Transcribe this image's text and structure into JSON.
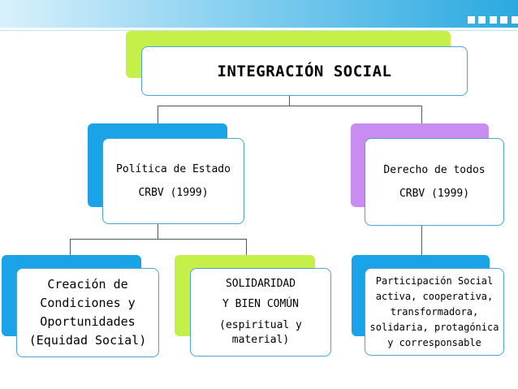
{
  "colors": {
    "lime": "#c5f04a",
    "blue": "#1aa3e6",
    "purple": "#c98cf0",
    "box_border": "#4aa3d8",
    "connector": "#4a5a6a"
  },
  "diagram": {
    "root": {
      "title": "INTEGRACIÓN SOCIAL"
    },
    "left": {
      "line1": "Política de Estado",
      "line2": "CRBV (1999)"
    },
    "right": {
      "line1": "Derecho de todos",
      "line2": "CRBV (1999)"
    },
    "leaf1": {
      "lines": [
        "Creación de",
        "Condiciones y",
        "Oportunidades",
        "(Equidad Social)"
      ]
    },
    "leaf2": {
      "line1": "SOLIDARIDAD",
      "line2": "Y BIEN COMÚN",
      "line3": "(espiritual y",
      "line4": "material)"
    },
    "leaf3": {
      "lines": [
        "Participación Social",
        "activa, cooperativa,",
        "transformadora,",
        "solidaria, protagónica",
        "y corresponsable"
      ]
    }
  }
}
